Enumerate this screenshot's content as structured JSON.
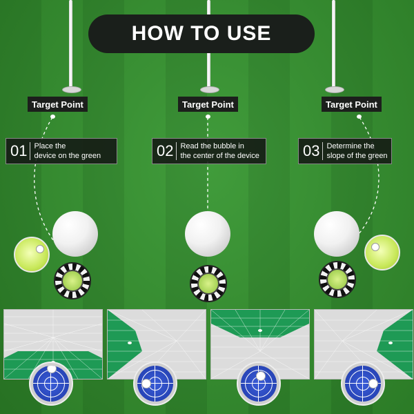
{
  "title": "HOW TO USE",
  "target_label": "Target Point",
  "steps": [
    {
      "number": "01",
      "line1": "Place the",
      "line2": "device on the green"
    },
    {
      "number": "02",
      "line1": "Read the bubble in",
      "line2": "the center of the device"
    },
    {
      "number": "03",
      "line1": "Determine the",
      "line2": "slope of the green"
    }
  ],
  "colors": {
    "grass": "#35962f",
    "label_bg": "#1c1f1c",
    "level_blue": "#2846c0",
    "grid_green": "#1e9a55"
  }
}
